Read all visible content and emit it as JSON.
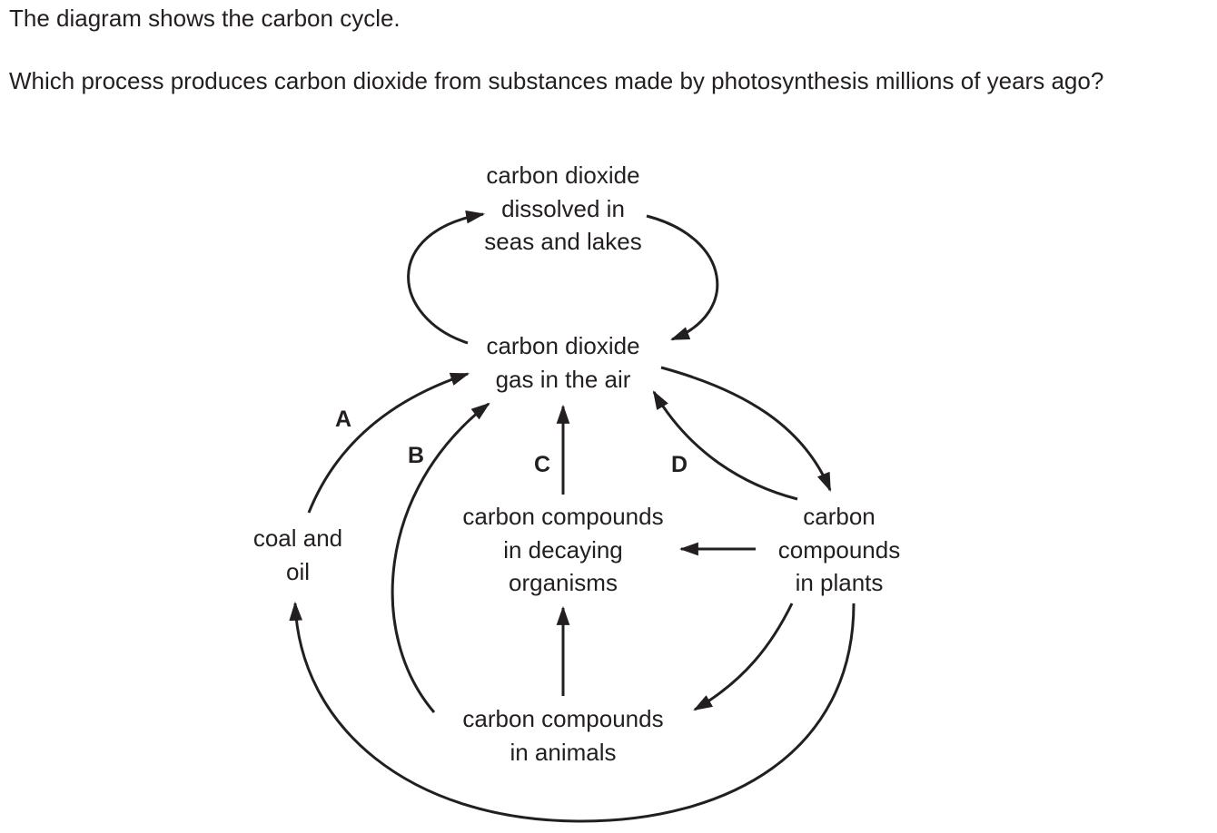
{
  "question": {
    "intro": "The diagram shows the carbon cycle.",
    "prompt": "Which process produces carbon dioxide from substances made by photosynthesis millions of years ago?"
  },
  "diagram": {
    "nodes": {
      "dissolved": [
        "carbon dioxide",
        "dissolved in",
        "seas and lakes"
      ],
      "air": [
        "carbon dioxide",
        "gas in the air"
      ],
      "coal": [
        "coal and",
        "oil"
      ],
      "decaying": [
        "carbon compounds",
        "in decaying",
        "organisms"
      ],
      "plants": [
        "carbon",
        "compounds",
        "in plants"
      ],
      "animals": [
        "carbon compounds",
        "in animals"
      ]
    },
    "labels": {
      "a": "A",
      "b": "B",
      "c": "C",
      "d": "D"
    }
  }
}
